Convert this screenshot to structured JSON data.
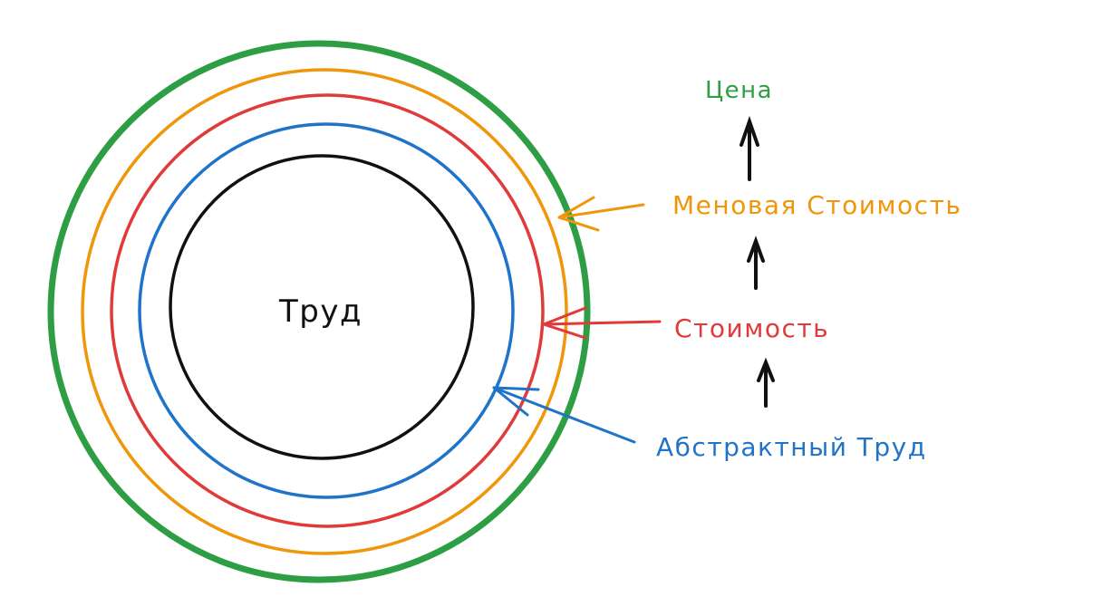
{
  "colors": {
    "green": "#2e9e45",
    "orange": "#f0960a",
    "red": "#e03a3a",
    "blue": "#1f74c9",
    "black": "#111111"
  },
  "center_label": "Труд",
  "layers": [
    {
      "id": "price",
      "label": "Цена",
      "color": "green"
    },
    {
      "id": "exchange-value",
      "label": "Меновая Стоимость",
      "color": "orange"
    },
    {
      "id": "value",
      "label": "Стоимость",
      "color": "red"
    },
    {
      "id": "abstract-labor",
      "label": "Абстрактный Труд",
      "color": "blue"
    },
    {
      "id": "labor",
      "label": "Труд",
      "color": "black"
    }
  ]
}
